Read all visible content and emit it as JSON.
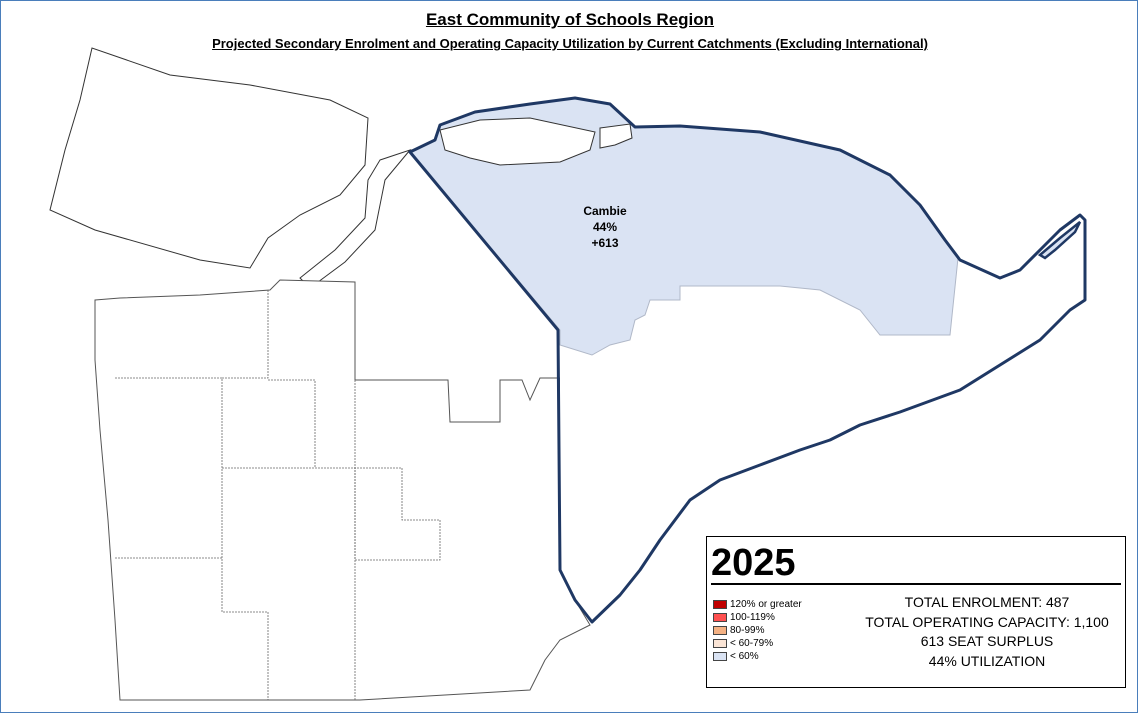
{
  "title": "East Community of Schools Region",
  "subtitle": "Projected Secondary Enrolment and Operating Capacity Utilization by Current Catchments (Excluding International)",
  "catchment": {
    "name": "Cambie",
    "utilization": "44%",
    "surplus": "+613"
  },
  "legend": {
    "year": "2025",
    "items": [
      {
        "label": "120% or greater",
        "color": "#c00000"
      },
      {
        "label": "100-119%",
        "color": "#ff5050"
      },
      {
        "label": "80-99%",
        "color": "#f4b183"
      },
      {
        "label": "< 60-79%",
        "color": "#fbe5d6"
      },
      {
        "label": "< 60%",
        "color": "#dae3f3"
      }
    ],
    "stats": {
      "enrolment": "TOTAL ENROLMENT: 487",
      "capacity": "TOTAL OPERATING CAPACITY: 1,100",
      "surplus": "613 SEAT SURPLUS",
      "utilization": "44% UTILIZATION"
    }
  },
  "colors": {
    "highlight_fill": "#dae3f3",
    "highlight_border": "#1f3864",
    "frame": "#4a7ebb"
  }
}
